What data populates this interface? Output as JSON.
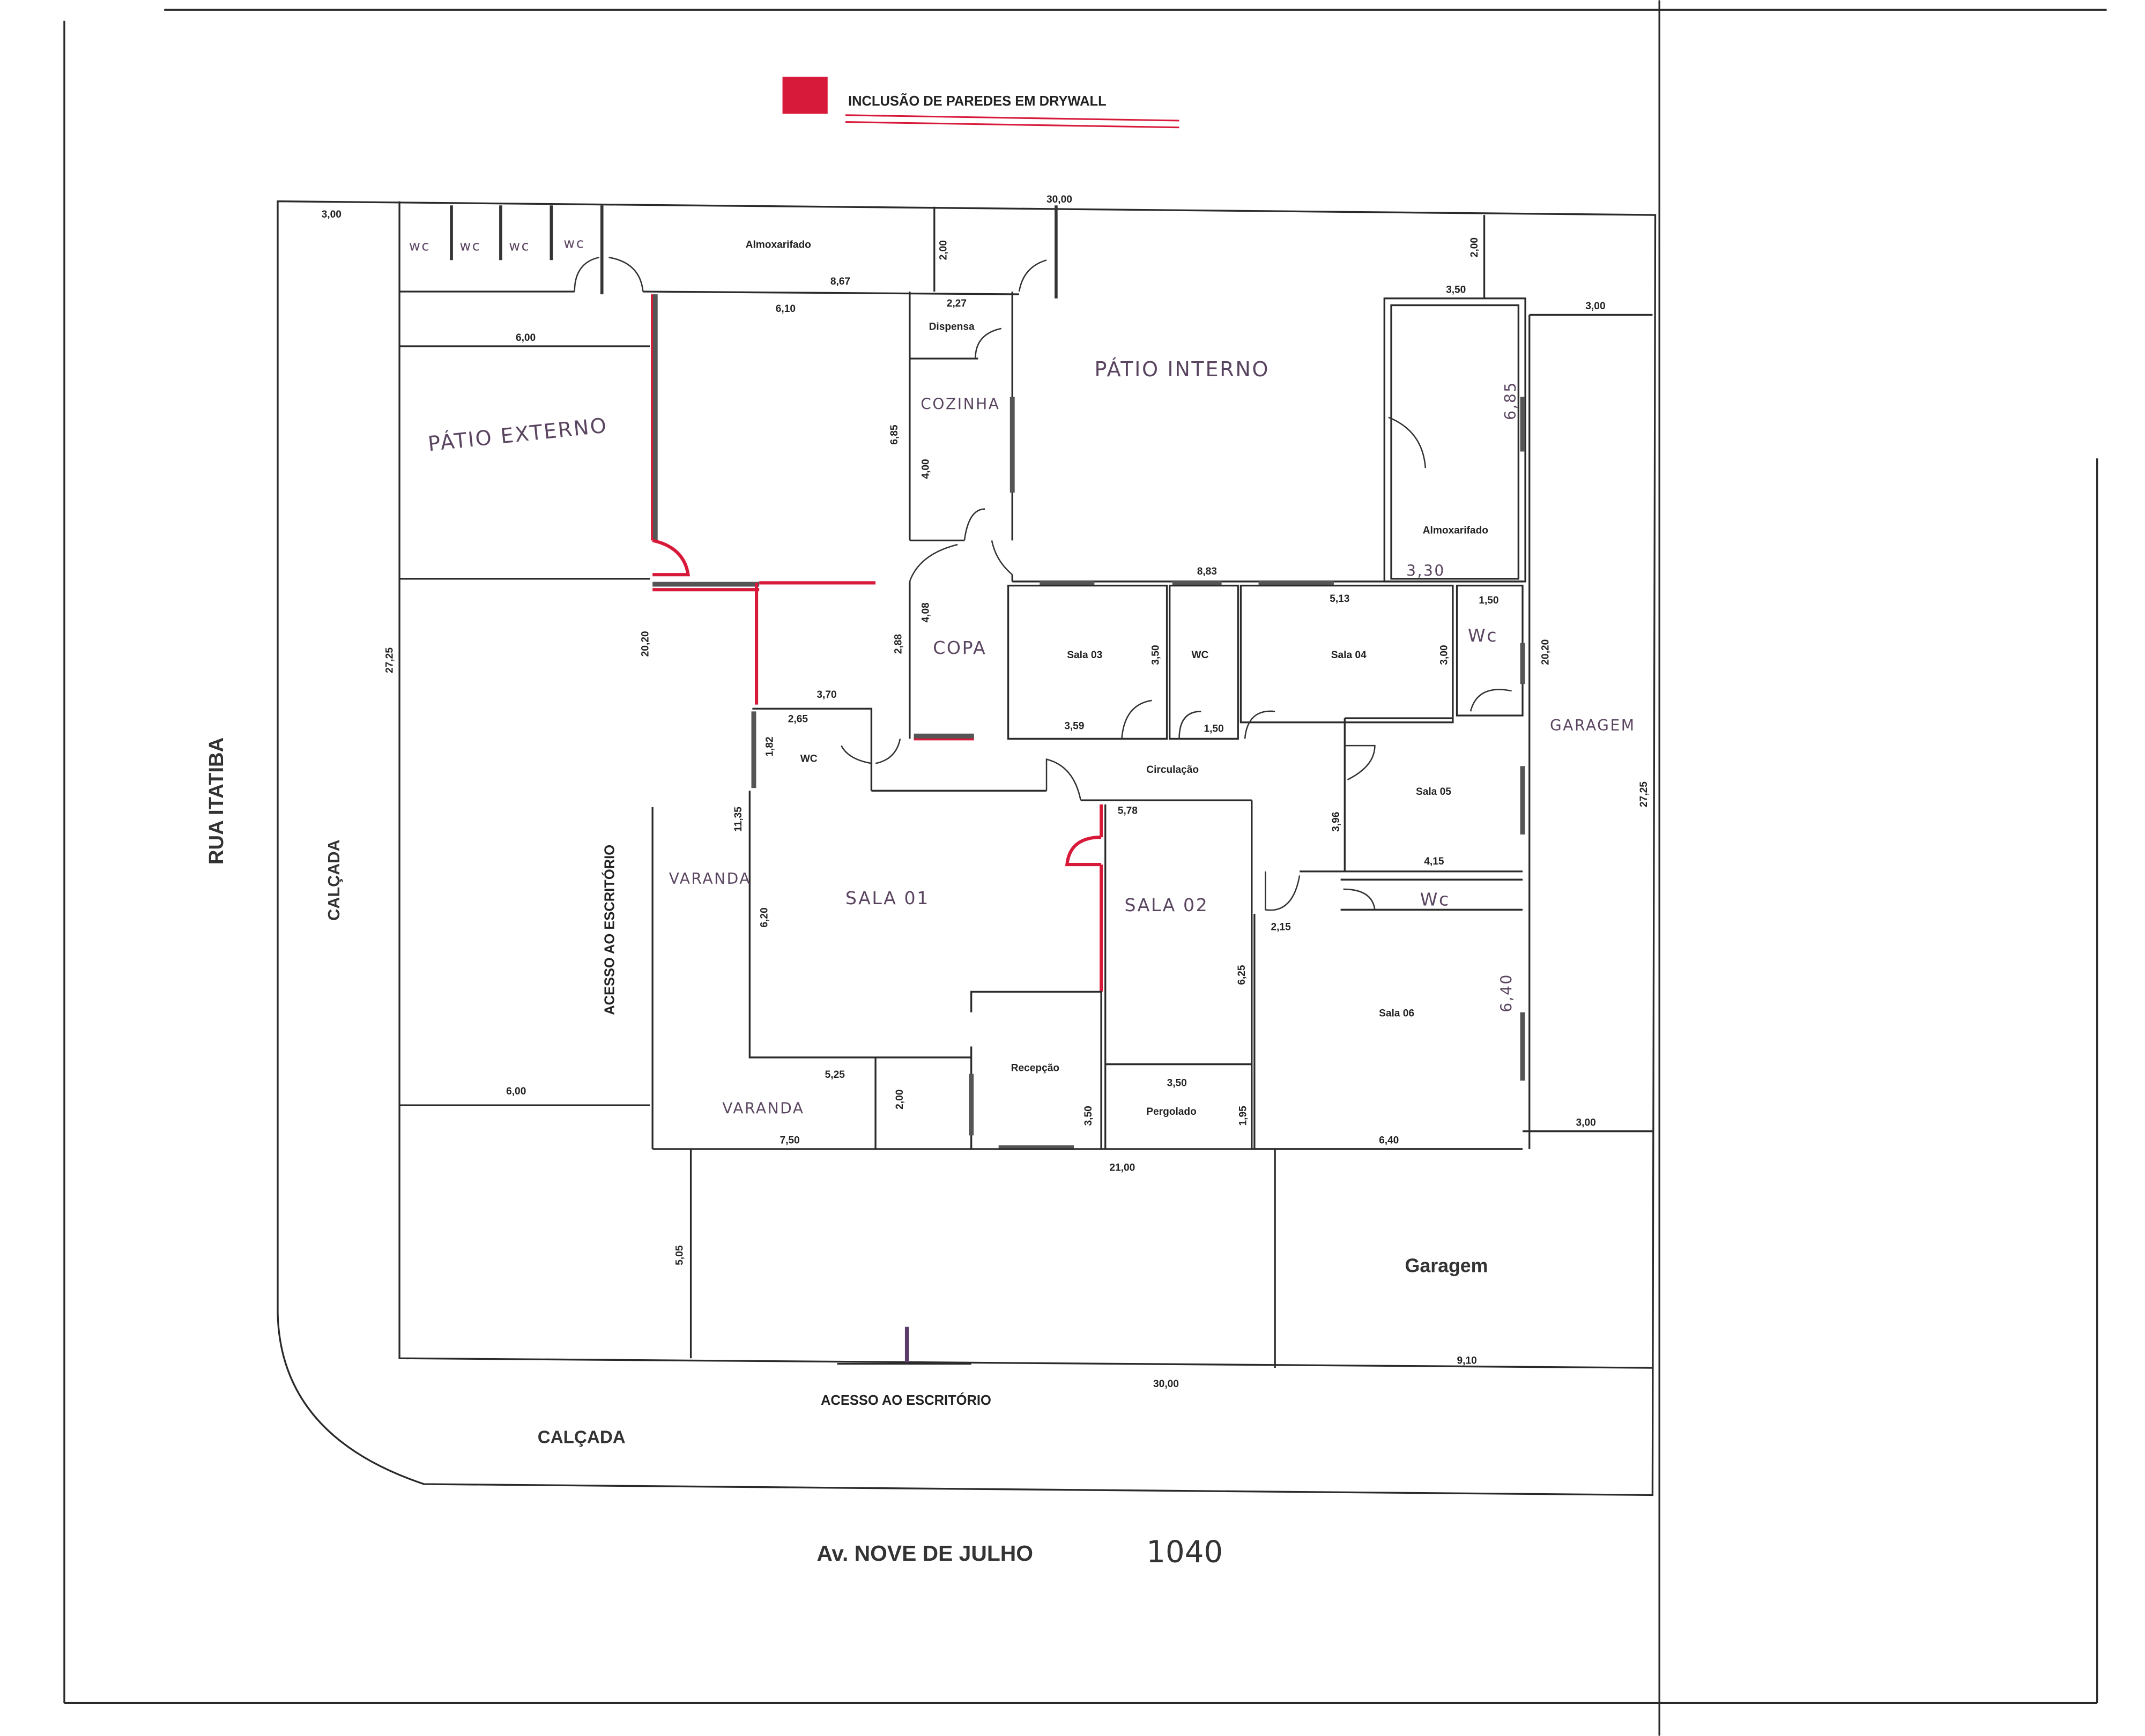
{
  "legend": {
    "label": "INCLUSÃO DE PAREDES EM DRYWALL",
    "color": "#d81a3a"
  },
  "streets": {
    "side": "RUA ITATIBA",
    "front": "Av. NOVE DE JULHO",
    "number": "1040"
  },
  "sidewalks": {
    "side": "CALÇADA",
    "front": "CALÇADA"
  },
  "access": {
    "side": "ACESSO AO ESCRITÓRIO",
    "front": "ACESSO AO ESCRITÓRIO"
  },
  "rooms": {
    "wc_top": [
      "wc",
      "wc",
      "wc",
      "wc"
    ],
    "almox_top": "Almoxarifado",
    "dispensa": "Dispensa",
    "cozinha": "COZINHA",
    "patio_externo": "PÁTIO EXTERNO",
    "patio_interno": "PÁTIO INTERNO",
    "almox_right": "Almoxarifado",
    "copa": "COPA",
    "sala03": "Sala 03",
    "wc_mid": "WC",
    "sala04": "Sala 04",
    "wc_right": "Wc",
    "garagem_side": "GARAGEM",
    "wc_left": "WC",
    "circulacao": "Circulação",
    "sala05": "Sala 05",
    "wc_small": "Wc",
    "varanda_side": "VARANDA",
    "sala01": "SALA 01",
    "sala02": "SALA 02",
    "sala06": "Sala 06",
    "recepcao": "Recepção",
    "varanda_front": "VARANDA",
    "pergolado": "Pergolado",
    "garagem_front": "Garagem"
  },
  "dimensions": {
    "d_3_00_tl": "3,00",
    "d_30_00_top": "30,00",
    "d_2_00_a": "2,00",
    "d_8_67": "8,67",
    "d_2_27": "2,27",
    "d_6_10": "6,10",
    "d_6_00_top": "6,00",
    "d_2_00_b": "2,00",
    "d_3_50_top": "3,50",
    "d_3_00_tr": "3,00",
    "d_6_85_a": "6,85",
    "d_4_00": "4,00",
    "d_6_85_b": "6,85",
    "d_3_30": "3,30",
    "d_8_83": "8,83",
    "d_5_13": "5,13",
    "d_1_50_a": "1,50",
    "d_20_20_l": "20,20",
    "d_4_08": "4,08",
    "d_2_88": "2,88",
    "d_3_50_s3": "3,50",
    "d_3_00_s4": "3,00",
    "d_20_20_r": "20,20",
    "d_27_25_l": "27,25",
    "d_3_70": "3,70",
    "d_2_65": "2,65",
    "d_3_59": "3,59",
    "d_1_50_b": "1,50",
    "d_1_82": "1,82",
    "d_27_25_r": "27,25",
    "d_5_78": "5,78",
    "d_11_35": "11,35",
    "d_3_96": "3,96",
    "d_4_15": "4,15",
    "d_6_20": "6,20",
    "d_2_15": "2,15",
    "d_6_25": "6,25",
    "d_6_40_h": "6,40",
    "d_5_25": "5,25",
    "d_3_50_p": "3,50",
    "d_6_00_b": "6,00",
    "d_2_00_c": "2,00",
    "d_3_50_r": "3,50",
    "d_1_95": "1,95",
    "d_7_50": "7,50",
    "d_6_40": "6,40",
    "d_3_00_br": "3,00",
    "d_21_00": "21,00",
    "d_5_05": "5,05",
    "d_9_10": "9,10",
    "d_30_00_bot": "30,00"
  }
}
